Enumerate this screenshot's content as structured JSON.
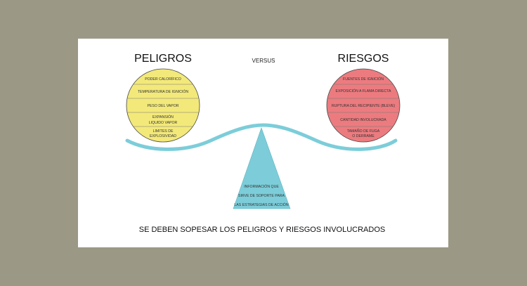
{
  "title_left": "PELIGROS",
  "title_center": "VERSUS",
  "title_right": "RIESGOS",
  "peligros": [
    "PODER CALORÍFICO",
    "TEMPERATURA DE IGNICIÓN",
    "PESO DEL VAPOR",
    "EXPANSIÓN",
    "LIQUIDO VAPOR",
    "LIMITES DE",
    "EXPLOSIVIDAD"
  ],
  "riesgos": [
    "FUENTES DE IGNICIÓN",
    "EXPOSICIÓN A FLAMA DIRECTA",
    "RUPTURA DEL RECIPIENTE (BLEVE)",
    "CANTIDAD INVOLUCRADA",
    "TAMAÑO DE FUGA",
    "O DERRAME"
  ],
  "fulcrum": [
    "INFORMACIÓN QUE",
    "SIRVE DE SOPORTE PARA",
    "LAS ESTRATEGIAS DE ACCIÓN"
  ],
  "footer": "SE DEBEN SOPESAR LOS PELIGROS Y RIESGOS INVOLUCRADOS",
  "colors": {
    "peligros": "#f3e97a",
    "riesgos": "#ec7b7f",
    "beam": "#7ccdd9"
  }
}
